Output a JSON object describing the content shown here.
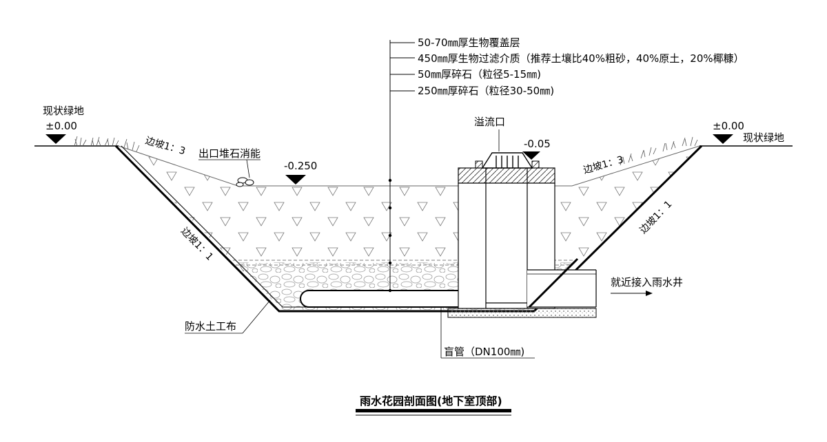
{
  "layers": {
    "cover": "50-70㎜厚生物覆盖层",
    "media": "450㎜厚生物过滤介质（推荐土壤比40%粗砂，40%原土，20%椰糠）",
    "gravel_fine": "50㎜厚碎石（粒径5-15㎜)",
    "gravel_coarse": "250㎜厚碎石（粒径30-50㎜)"
  },
  "labels": {
    "green_left": "现状绿地",
    "green_right": "现状绿地",
    "elev_left": "±0.00",
    "elev_right": "±0.00",
    "slope_upper_left": "边坡1：3",
    "slope_upper_right": "边坡1：3",
    "slope_lower_left": "边坡1：1",
    "slope_lower_right": "边坡1：1",
    "outlet_stone": "出口堆石消能",
    "elev_basin": "-0.250",
    "overflow": "溢流口",
    "elev_overflow": "-0.05",
    "connect": "就近接入雨水井",
    "geotextile": "防水土工布",
    "blind_pipe": "盲管（DN100㎜)"
  },
  "title": "雨水花园剖面图(地下室顶部)"
}
